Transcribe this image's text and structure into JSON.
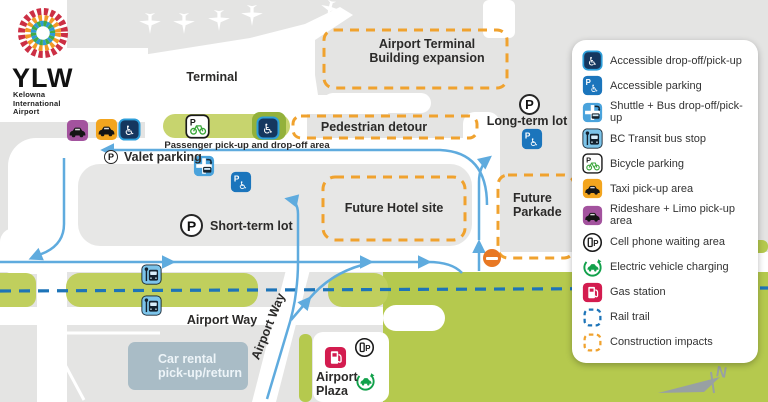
{
  "logo": {
    "code": "YLW",
    "name_lines": [
      "Kelowna",
      "International",
      "Airport"
    ]
  },
  "map": {
    "labels": {
      "terminal": "Terminal",
      "expansion_l1": "Airport Terminal",
      "expansion_l2": "Building expansion",
      "pedestrian_detour": "Pedestrian detour",
      "long_term_lot": "Long-term lot",
      "passenger_area": "Passenger pick-up and drop-off area",
      "valet_parking": "Valet parking",
      "short_term_lot": "Short-term lot",
      "future_hotel": "Future Hotel site",
      "future_parkade_l1": "Future",
      "future_parkade_l2": "Parkade",
      "airport_way": "Airport Way",
      "airport_way_diagonal": "Airport Way",
      "car_rental_l1": "Car rental",
      "car_rental_l2": "pick-up/return",
      "airport_plaza_l1": "Airport",
      "airport_plaza_l2": "Plaza",
      "north": "N",
      "parking_symbol": "P"
    },
    "colors": {
      "background": "#e4e4e3",
      "road": "#ffffff",
      "green_landscape": "#b5c94e",
      "green_strip": "#c7d46e",
      "green_dark_patch": "#93b13b",
      "construction_orange": "#f0a22e",
      "rail_trail_blue": "#1d74b8",
      "traffic_flow_blue": "#5fabde",
      "car_rental_box": "#a9bcc6",
      "no_entry_orange": "#e87824"
    }
  },
  "legend": {
    "items": [
      {
        "icon": "accessible-dropoff-icon",
        "label": "Accessible drop-off/pick-up"
      },
      {
        "icon": "accessible-parking-icon",
        "label": "Accessible parking"
      },
      {
        "icon": "shuttle-bus-icon",
        "label": "Shuttle + Bus drop-off/pick-up"
      },
      {
        "icon": "bc-transit-icon",
        "label": "BC Transit bus stop"
      },
      {
        "icon": "bicycle-parking-icon",
        "label": "Bicycle parking"
      },
      {
        "icon": "taxi-icon",
        "label": "Taxi pick-up area"
      },
      {
        "icon": "rideshare-limo-icon",
        "label": "Rideshare + Limo pick-up area"
      },
      {
        "icon": "cell-phone-waiting-icon",
        "label": "Cell phone waiting area"
      },
      {
        "icon": "ev-charging-icon",
        "label": "Electric vehicle charging"
      },
      {
        "icon": "gas-station-icon",
        "label": "Gas station"
      },
      {
        "icon": "rail-trail-icon",
        "label": "Rail trail"
      },
      {
        "icon": "construction-impacts-icon",
        "label": "Construction impacts"
      }
    ]
  }
}
